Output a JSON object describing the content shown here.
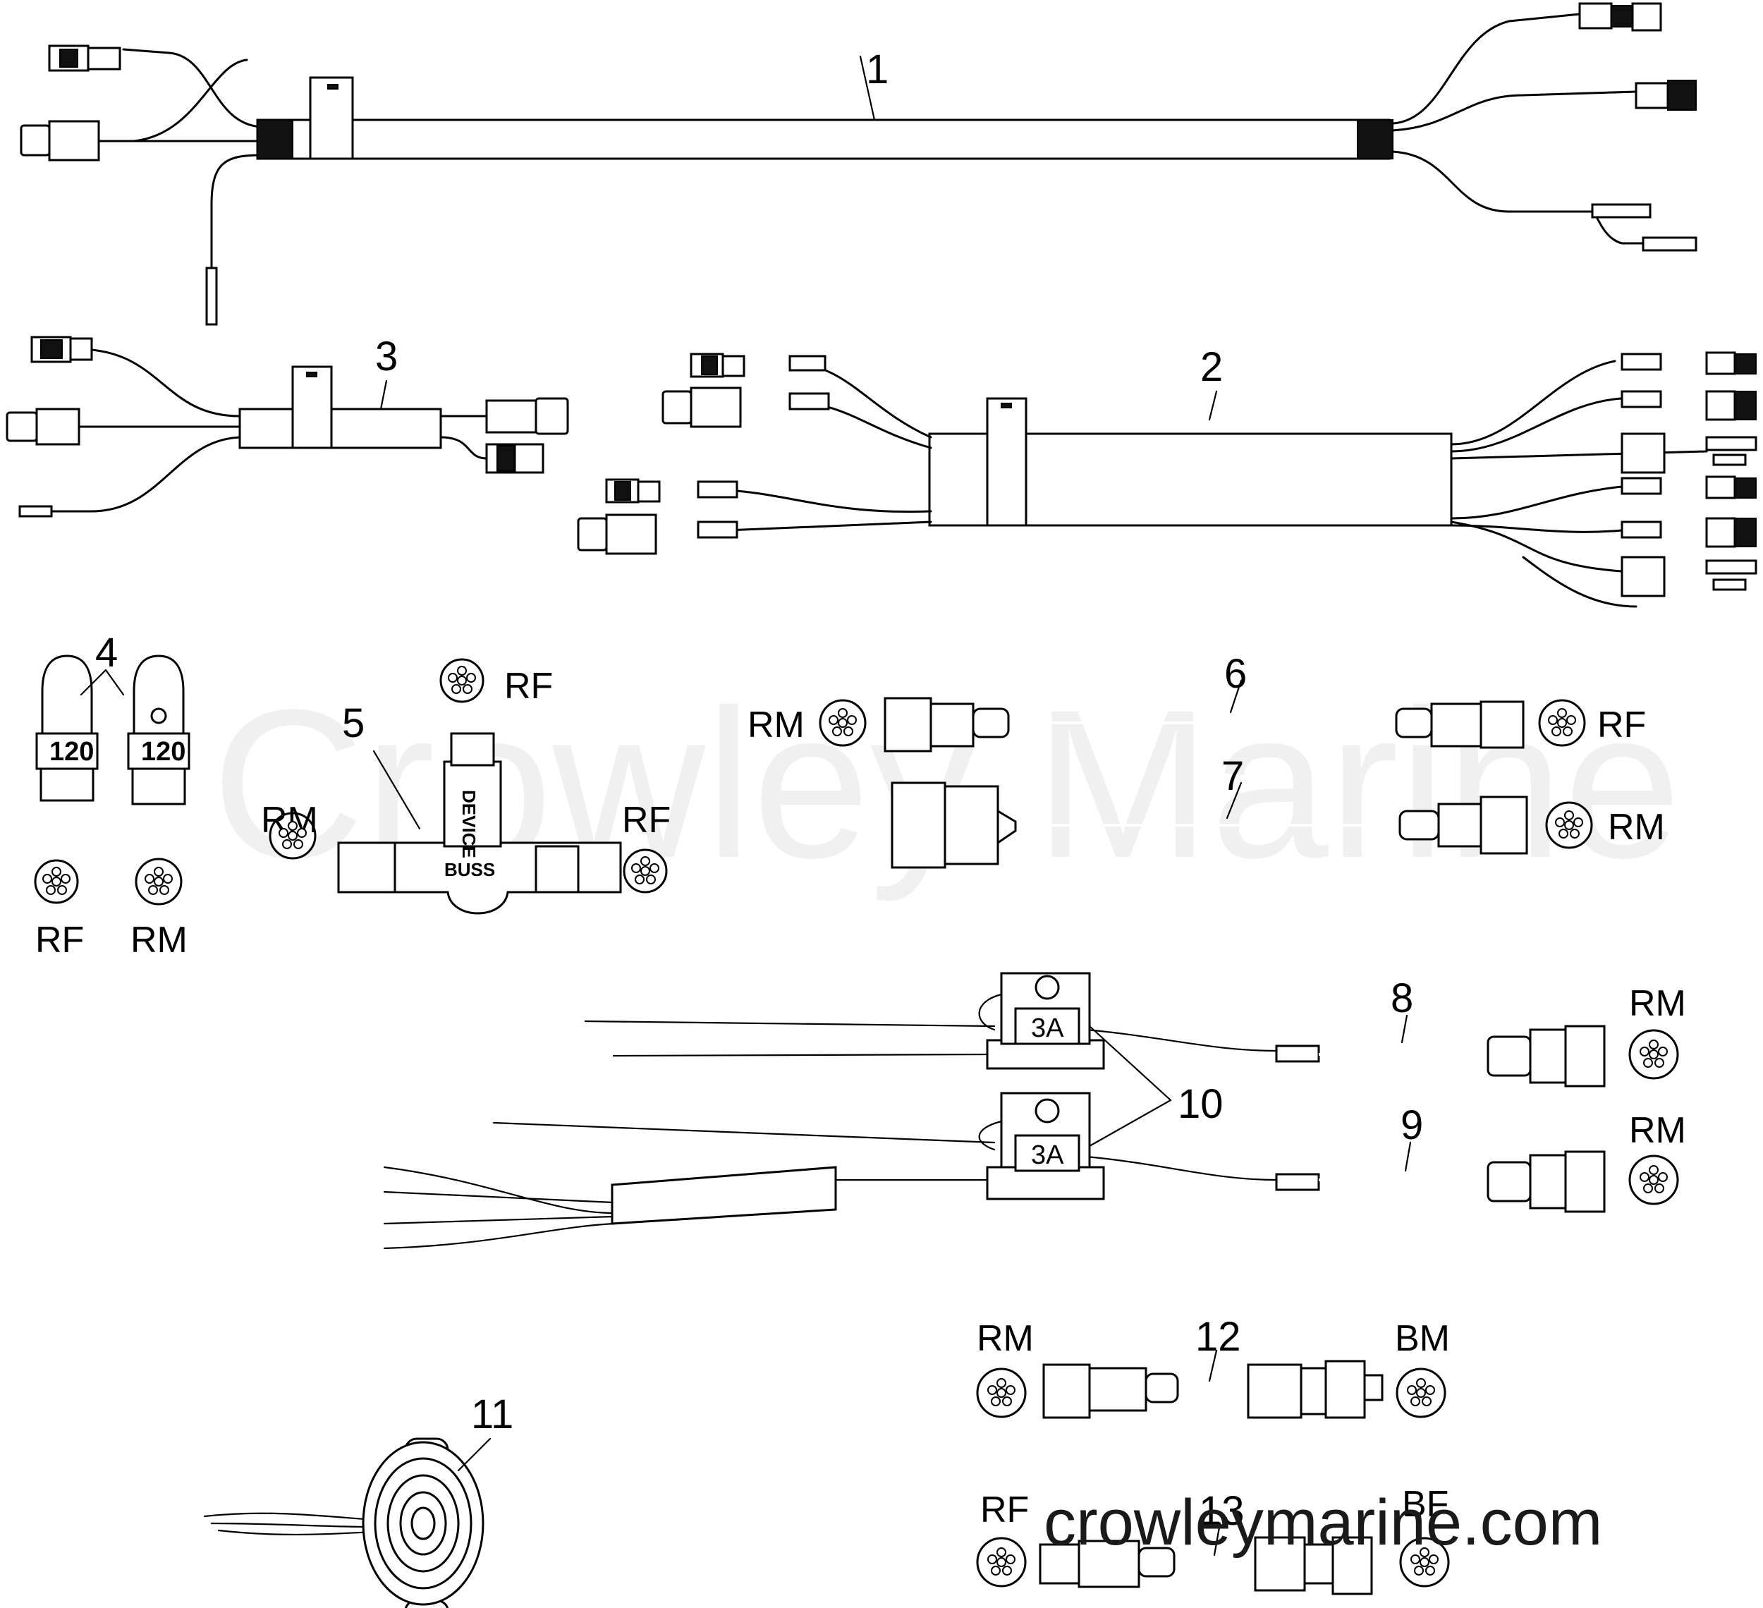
{
  "watermark": {
    "background": "Crowley Marine",
    "footer": "crowleymarine.com"
  },
  "callouts": [
    "1",
    "2",
    "3",
    "4",
    "5",
    "6",
    "7",
    "8",
    "9",
    "10",
    "11",
    "12",
    "13"
  ],
  "pin_labels": {
    "rf": "RF",
    "rm": "RM",
    "bm": "BM",
    "bf": "BF"
  },
  "tee_labels": {
    "device": "DEVICE",
    "buss": "BUSS"
  },
  "terminator_marking": "120",
  "fuse_rating": "3A"
}
